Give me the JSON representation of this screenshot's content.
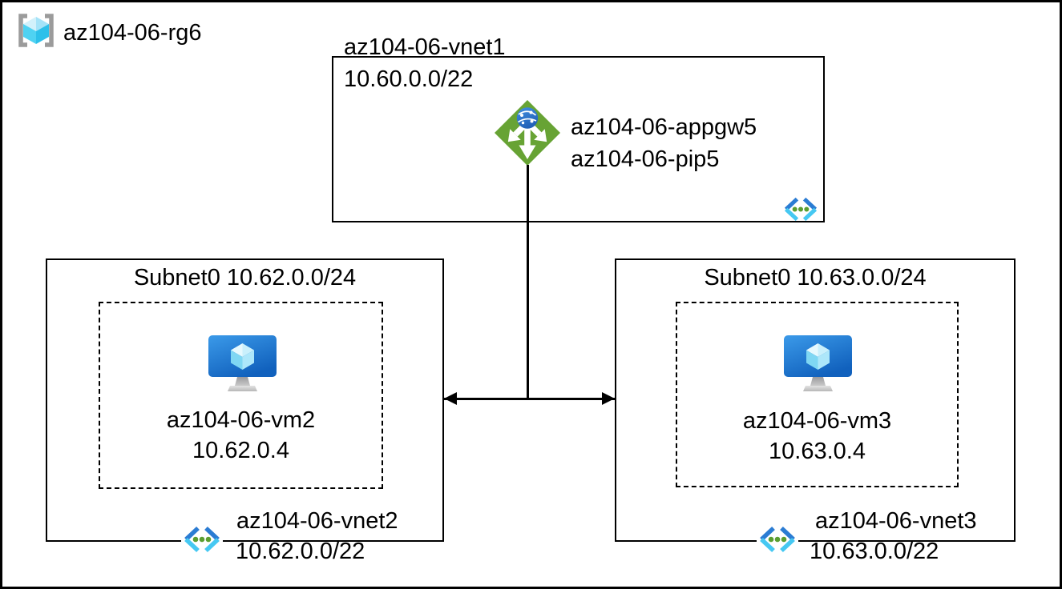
{
  "resource_group": {
    "name": "az104-06-rg6",
    "icon": "resource-group-icon"
  },
  "vnet1": {
    "name": "az104-06-vnet1",
    "cidr": "10.60.0.0/22",
    "icon": "virtual-network-icon",
    "app_gateway": {
      "name": "az104-06-appgw5",
      "public_ip": "az104-06-pip5",
      "icon": "application-gateway-icon"
    }
  },
  "vnet2": {
    "subnet_title": "Subnet0 10.62.0.0/24",
    "vm": {
      "name": "az104-06-vm2",
      "ip": "10.62.0.4",
      "icon": "virtual-machine-icon"
    },
    "name": "az104-06-vnet2",
    "cidr": "10.62.0.0/22",
    "icon": "virtual-network-icon"
  },
  "vnet3": {
    "subnet_title": "Subnet0 10.63.0.0/24",
    "vm": {
      "name": "az104-06-vm3",
      "ip": "10.63.0.4",
      "icon": "virtual-machine-icon"
    },
    "name": "az104-06-vnet3",
    "cidr": "10.63.0.0/22",
    "icon": "virtual-network-icon"
  },
  "connectors": {
    "appgw_to_peering": "vertical-line",
    "peering_arrow": "double-headed-horizontal-arrow"
  },
  "colors": {
    "line_black": "#000000",
    "background": "#ffffff",
    "appgw_green": "#67a334",
    "globe_blue": "#2f74cc",
    "vm_blue_top": "#3b9ae9",
    "vm_blue_bottom": "#1161bd",
    "cube_light_cyan": "#dcf5fd",
    "vnet_chevron_blue": "#2b7cd3",
    "vnet_chevron_cyan": "#46c8f2",
    "vnet_dot_green": "#5b9e31",
    "rg_bracket_gray": "#9b9b9b",
    "stand_gray": "#b5b5b5"
  }
}
